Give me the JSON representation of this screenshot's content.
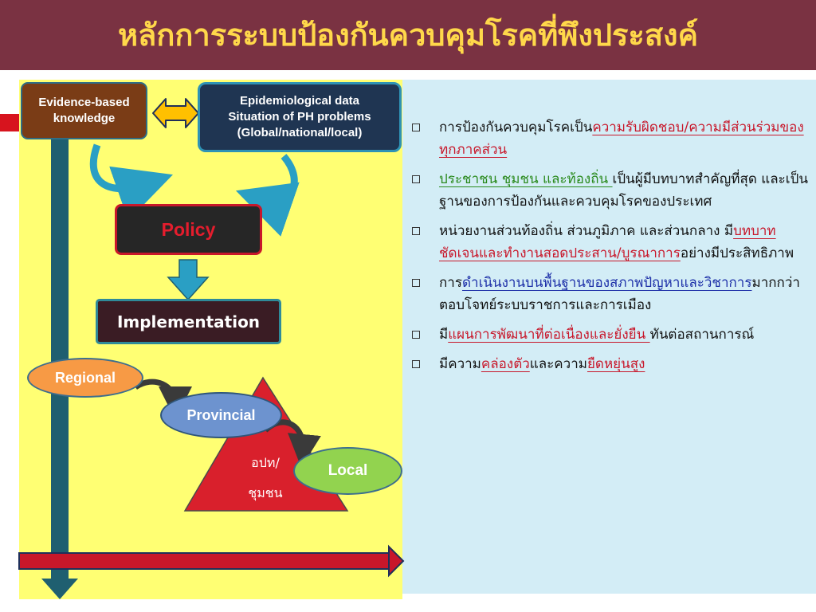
{
  "title": "หลักการระบบป้องกันควบคุมโรคที่พึงประสงค์",
  "diagram": {
    "evidence_box": "Evidence-based\nknowledge",
    "epi_box": "Epidemiological data\nSituation of PH problems\n(Global/national/local)",
    "policy_box": "Policy",
    "implementation_box": "Implementation",
    "regional": "Regional",
    "provincial": "Provincial",
    "local": "Local",
    "triangle_label": "อปท/\nชุมชน"
  },
  "colors": {
    "title_bg": "#7a3242",
    "title_text": "#ffd84a",
    "panel_yellow": "#ffff73",
    "panel_blue": "#d3edf6",
    "arrow_teal": "#2a9fc4",
    "axis_dark": "#1f5f70",
    "triangle_red": "#d9202c"
  },
  "bullets": [
    {
      "parts": [
        {
          "text": "การป้องกันควบคุมโรคเป็น",
          "style": "plain"
        },
        {
          "text": "ความรับผิดชอบ/ความมีส่วนร่วมของทุกภาคส่วน",
          "style": "red"
        }
      ]
    },
    {
      "parts": [
        {
          "text": "ประชาชน ชุมชน และท้องถิ่น ",
          "style": "green"
        },
        {
          "text": "เป็นผู้มีบทบาทสำคัญที่สุด และเป็นฐานของการป้องกันและควบคุมโรคของประเทศ",
          "style": "plain"
        }
      ]
    },
    {
      "parts": [
        {
          "text": "หน่วยงานส่วนท้องถิ่น ส่วนภูมิภาค และส่วนกลาง มี",
          "style": "plain"
        },
        {
          "text": "บทบาทชัดเจนและทำงานสอดประสาน/บูรณาการ",
          "style": "red"
        },
        {
          "text": "อย่างมีประสิทธิภาพ",
          "style": "plain"
        }
      ]
    },
    {
      "parts": [
        {
          "text": "การ",
          "style": "plain"
        },
        {
          "text": "ดำเนินงานบนพื้นฐานของสภาพปัญหาและวิชาการ",
          "style": "blue"
        },
        {
          "text": "มากกว่าตอบโจทย์ระบบราชการและการเมือง",
          "style": "plain"
        }
      ]
    },
    {
      "parts": [
        {
          "text": "มี",
          "style": "plain"
        },
        {
          "text": "แผนการพัฒนาที่ต่อเนื่องและยั่งยืน ",
          "style": "red"
        },
        {
          "text": "ทันต่อสถานการณ์",
          "style": "plain"
        }
      ]
    },
    {
      "parts": [
        {
          "text": "มีความ",
          "style": "plain"
        },
        {
          "text": "คล่องตัว",
          "style": "red"
        },
        {
          "text": "และความ",
          "style": "plain"
        },
        {
          "text": "ยืดหยุ่นสูง",
          "style": "red"
        }
      ]
    }
  ]
}
